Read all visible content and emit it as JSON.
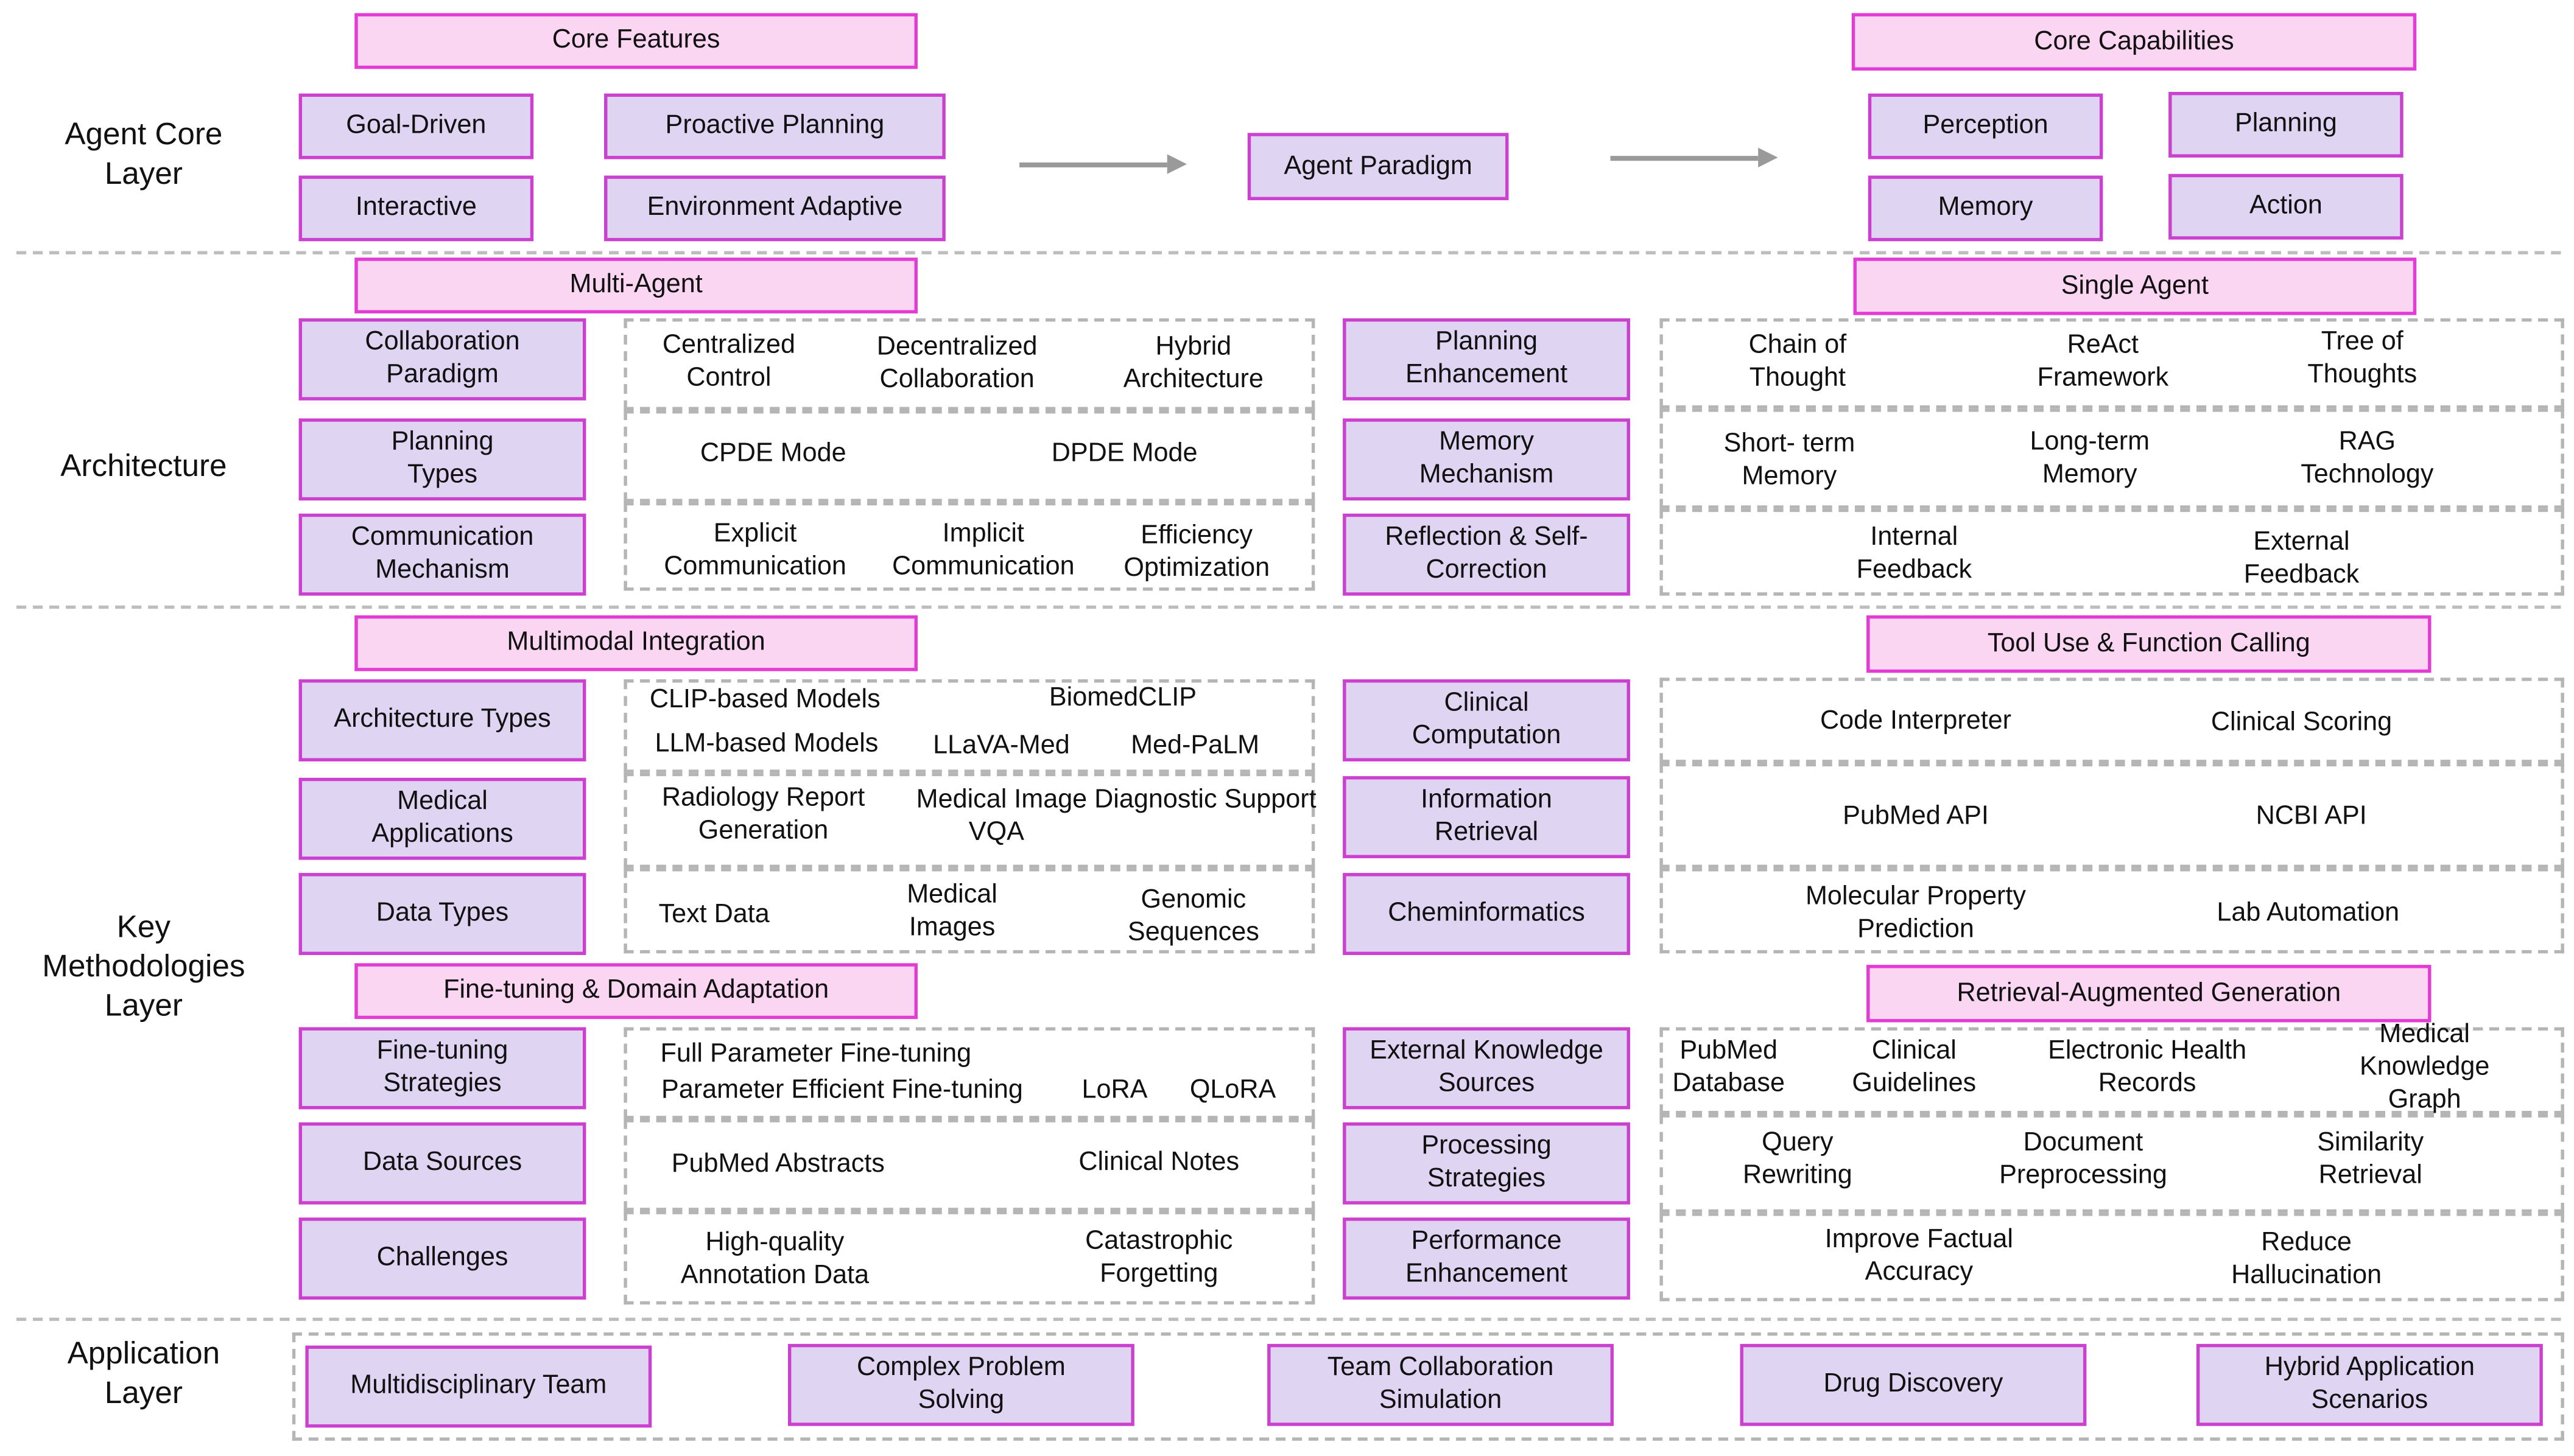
{
  "colors": {
    "header_fill": "#fbd6f3",
    "header_border": "#e33bd3",
    "box_fill": "#dfd5f3",
    "box_border": "#cc40cf",
    "dashed": "#b5b5b5",
    "arrow": "#9a9a9a"
  },
  "layers": {
    "agent_core": "Agent Core\nLayer",
    "architecture": "Architecture",
    "key_methodologies": "Key\nMethodologies\nLayer",
    "application": "Application\nLayer"
  },
  "core": {
    "features_header": "Core Features",
    "goal_driven": "Goal-Driven",
    "proactive_planning": "Proactive Planning",
    "interactive": "Interactive",
    "environment_adaptive": "Environment Adaptive",
    "agent_paradigm": "Agent Paradigm",
    "capabilities_header": "Core Capabilities",
    "perception": "Perception",
    "planning": "Planning",
    "memory": "Memory",
    "action": "Action"
  },
  "architecture": {
    "multi_agent_header": "Multi-Agent",
    "collaboration_paradigm": "Collaboration\nParadigm",
    "planning_types": "Planning\nTypes",
    "communication_mechanism": "Communication\nMechanism",
    "centralized_control": "Centralized\nControl",
    "decentralized_collaboration": "Decentralized\nCollaboration",
    "hybrid_architecture": "Hybrid\nArchitecture",
    "cpde_mode": "CPDE Mode",
    "dpde_mode": "DPDE Mode",
    "explicit_communication": "Explicit\nCommunication",
    "implicit_communication": "Implicit\nCommunication",
    "efficiency_optimization": "Efficiency\nOptimization",
    "planning_enhancement": "Planning\nEnhancement",
    "memory_mechanism": "Memory\nMechanism",
    "reflection_self_correction": "Reflection & Self-\nCorrection",
    "single_agent_header": "Single Agent",
    "chain_of_thought": "Chain of\nThought",
    "react_framework": "ReAct\nFramework",
    "tree_of_thoughts": "Tree of\nThoughts",
    "short_term_memory": "Short- term\nMemory",
    "long_term_memory": "Long-term\nMemory",
    "rag_technology": "RAG\nTechnology",
    "internal_feedback": "Internal\nFeedback",
    "external_feedback": "External\nFeedback"
  },
  "methods": {
    "multimodal_header": "Multimodal Integration",
    "architecture_types": "Architecture Types",
    "medical_applications": "Medical\nApplications",
    "data_types": "Data Types",
    "clip_based_models": "CLIP-based Models",
    "biomedclip": "BiomedCLIP",
    "llm_based_models": "LLM-based Models",
    "llava_med": "LLaVA-Med",
    "med_palm": "Med-PaLM",
    "radiology_report": "Radiology Report\nGeneration",
    "diagnostic_support": "Medical Image Diagnostic Support",
    "vqa": "VQA",
    "text_data": "Text Data",
    "medical_images": "Medical\nImages",
    "genomic_sequences": "Genomic\nSequences",
    "clinical_computation": "Clinical\nComputation",
    "information_retrieval": "Information\nRetrieval",
    "cheminformatics": "Cheminformatics",
    "tool_use_header": "Tool Use & Function Calling",
    "code_interpreter": "Code Interpreter",
    "clinical_scoring": "Clinical Scoring",
    "pubmed_api": "PubMed API",
    "ncbi_api": "NCBI API",
    "molecular_property": "Molecular Property\nPrediction",
    "lab_automation": "Lab Automation",
    "finetuning_header": "Fine-tuning & Domain Adaptation",
    "finetuning_strategies": "Fine-tuning\nStrategies",
    "data_sources": "Data Sources",
    "challenges": "Challenges",
    "full_parameter": "Full Parameter Fine-tuning",
    "parameter_efficient": "Parameter Efficient Fine-tuning",
    "lora": "LoRA",
    "qlora": "QLoRA",
    "pubmed_abstracts": "PubMed Abstracts",
    "clinical_notes": "Clinical Notes",
    "high_quality_annotation": "High-quality\nAnnotation Data",
    "catastrophic_forgetting": "Catastrophic\nForgetting",
    "external_knowledge_sources": "External Knowledge\nSources",
    "processing_strategies": "Processing\nStrategies",
    "performance_enhancement": "Performance\nEnhancement",
    "rag_header": "Retrieval-Augmented Generation",
    "pubmed_database": "PubMed\nDatabase",
    "clinical_guidelines": "Clinical\nGuidelines",
    "electronic_health_records": "Electronic Health\nRecords",
    "medical_knowledge_graph": "Medical Knowledge\nGraph",
    "query_rewriting": "Query\nRewriting",
    "document_preprocessing": "Document\nPreprocessing",
    "similarity_retrieval": "Similarity\nRetrieval",
    "improve_factual_accuracy": "Improve Factual\nAccuracy",
    "reduce_hallucination": "Reduce\nHallucination"
  },
  "application": {
    "multidisciplinary_team": "Multidisciplinary Team",
    "complex_problem_solving": "Complex Problem\nSolving",
    "team_collaboration_simulation": "Team Collaboration\nSimulation",
    "drug_discovery": "Drug Discovery",
    "hybrid_application_scenarios": "Hybrid Application\nScenarios"
  }
}
